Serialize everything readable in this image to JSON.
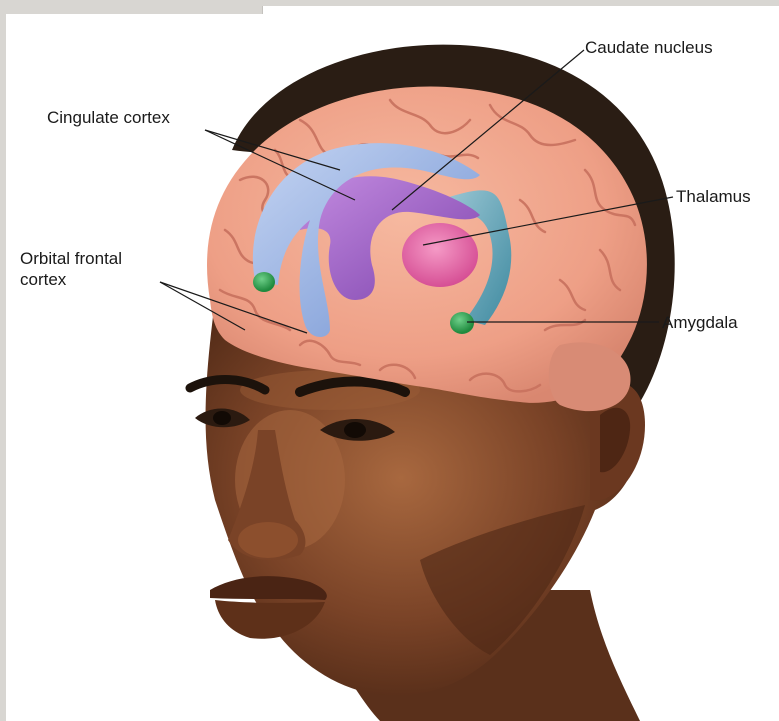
{
  "labels": {
    "cingulate_cortex": "Cingulate cortex",
    "caudate_nucleus": "Caudate nucleus",
    "thalamus": "Thalamus",
    "orbital_frontal_line1": "Orbital frontal",
    "orbital_frontal_line2": "cortex",
    "amygdala": "Amygdala"
  },
  "colors": {
    "skin": "#6b3b22",
    "skin_highlight": "#b0714a",
    "hair": "#2a1d14",
    "brain": "#f0a88e",
    "brain_fold": "#c8715e",
    "cingulate": "#9db7e6",
    "caudate": "#a066c9",
    "thalamus": "#e56aa8",
    "amygdala": "#2fa84f",
    "fornix": "#5aa0b4"
  }
}
